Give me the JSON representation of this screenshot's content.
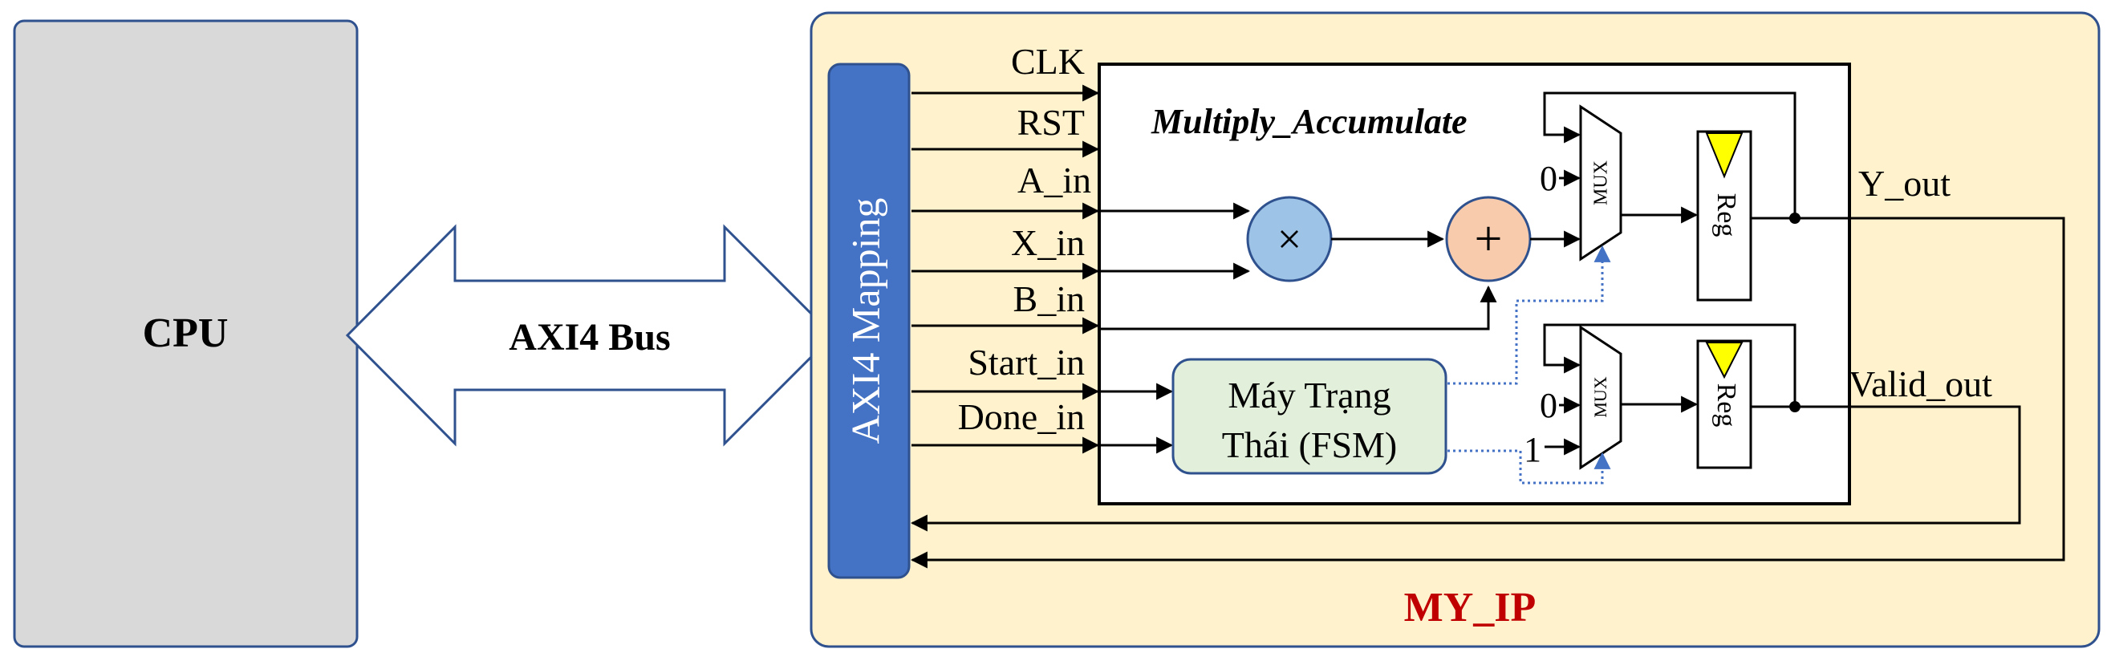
{
  "cpu": {
    "label": "CPU"
  },
  "bus": {
    "label": "AXI4 Bus"
  },
  "ip": {
    "label": "MY_IP"
  },
  "mapping": {
    "label": "AXI4 Mapping"
  },
  "mac": {
    "title": "Multiply_Accumulate"
  },
  "signals": {
    "clk": "CLK",
    "rst": "RST",
    "a_in": "A_in",
    "x_in": "X_in",
    "b_in": "B_in",
    "start_in": "Start_in",
    "done_in": "Done_in",
    "y_out": "Y_out",
    "valid_out": "Valid_out"
  },
  "ops": {
    "multiply": "×",
    "add": "+"
  },
  "mux": {
    "label": "MUX",
    "top_const_0": "0",
    "bottom_const_0": "0",
    "bottom_const_1": "1"
  },
  "reg": {
    "label": "Reg"
  },
  "fsm": {
    "line1": "Máy Trạng",
    "line2": "Thái (FSM)"
  },
  "colors": {
    "cpu_fill": "#d9d9d9",
    "ip_fill": "#fff2cc",
    "mapping_fill": "#4472c4",
    "multiplier_fill": "#9dc3e6",
    "adder_fill": "#f8cbad",
    "fsm_fill": "#e2efda",
    "clock_triangle": "#ffff00",
    "ip_label": "#c00000",
    "control_line": "#4472c4",
    "border": "#2f528f"
  }
}
